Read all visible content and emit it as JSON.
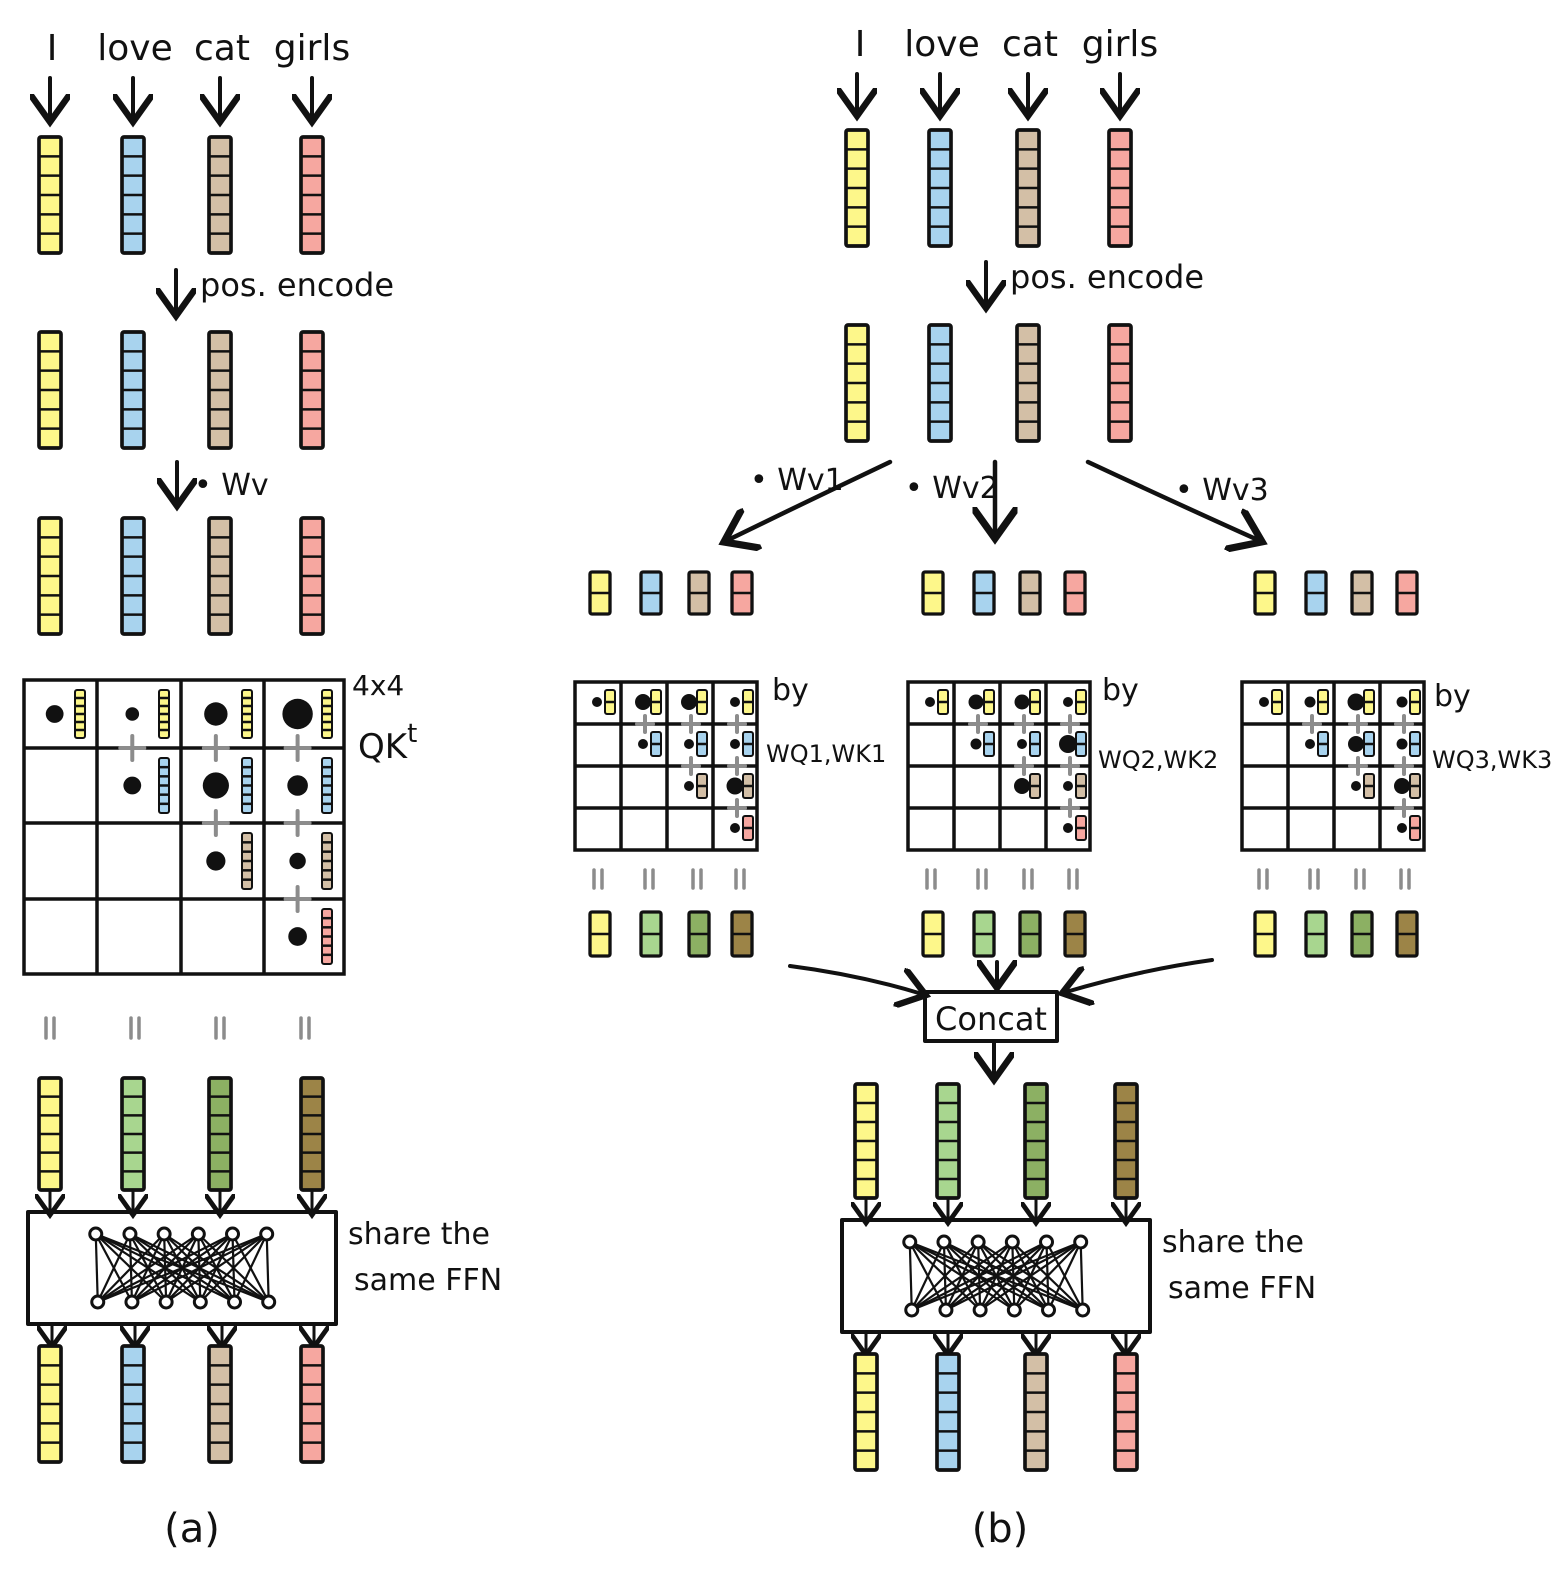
{
  "colors": {
    "I": "#fdf78a",
    "love": "#a8d3ee",
    "cat": "#d3bfa6",
    "girls": "#f6a7a0",
    "out_I": "#fdf78a",
    "out_love": "#a8d68f",
    "out_cat": "#8cb063",
    "out_girls": "#9c8447",
    "ink": "#111111",
    "plus": "#8c8c8c"
  },
  "panel_a": {
    "caption": "(a)",
    "tokens": [
      "I",
      "love",
      "cat",
      "girls"
    ],
    "step_pos_encode": "pos. encode",
    "step_wv": "• Wv",
    "matrix_size_label": "4x4",
    "matrix_op_label": "QK",
    "matrix_op_sup": "t",
    "attention_weights": [
      [
        0.35,
        0.2,
        0.55,
        0.8
      ],
      [
        null,
        0.35,
        0.65,
        0.45
      ],
      [
        null,
        null,
        0.4,
        0.3
      ],
      [
        null,
        null,
        null,
        0.38
      ]
    ],
    "ffn_label_line1": "share the",
    "ffn_label_line2": "same FFN",
    "output_colors": [
      "out_I",
      "out_love",
      "out_cat",
      "out_girls"
    ]
  },
  "panel_b": {
    "caption": "(b)",
    "tokens": [
      "I",
      "love",
      "cat",
      "girls"
    ],
    "step_pos_encode": "pos. encode",
    "heads": [
      {
        "projection": "• Wv1",
        "by_label": "by",
        "weights_label": "WQ1,WK1",
        "attention_weights": [
          [
            0.3,
            0.6,
            0.6,
            0.3
          ],
          [
            null,
            0.3,
            0.3,
            0.3
          ],
          [
            null,
            null,
            0.3,
            0.65
          ],
          [
            null,
            null,
            null,
            0.3
          ]
        ]
      },
      {
        "projection": "• Wv2",
        "by_label": "by",
        "weights_label": "WQ2,WK2",
        "attention_weights": [
          [
            0.3,
            0.55,
            0.55,
            0.3
          ],
          [
            null,
            0.35,
            0.3,
            0.7
          ],
          [
            null,
            null,
            0.6,
            0.3
          ],
          [
            null,
            null,
            null,
            0.3
          ]
        ]
      },
      {
        "projection": "• Wv3",
        "by_label": "by",
        "weights_label": "WQ3,WK3",
        "attention_weights": [
          [
            0.3,
            0.35,
            0.65,
            0.35
          ],
          [
            null,
            0.3,
            0.6,
            0.35
          ],
          [
            null,
            null,
            0.3,
            0.6
          ],
          [
            null,
            null,
            null,
            0.3
          ]
        ]
      }
    ],
    "concat_label": "Concat",
    "ffn_label_line1": "share the",
    "ffn_label_line2": "same FFN",
    "output_colors": [
      "out_I",
      "out_love",
      "out_cat",
      "out_girls"
    ]
  }
}
